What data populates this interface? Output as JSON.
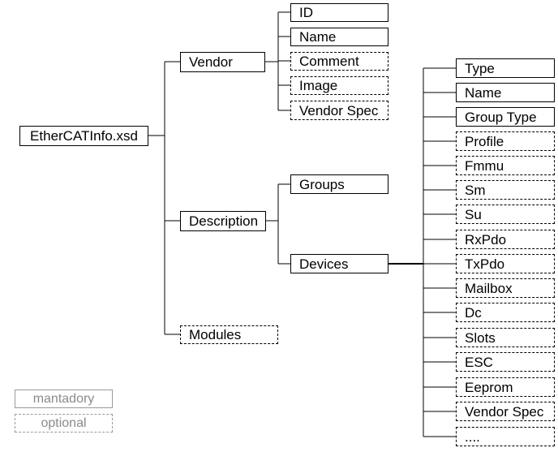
{
  "root": {
    "label": "EtherCATInfo.xsd"
  },
  "level1": [
    {
      "id": "vendor",
      "label": "Vendor",
      "style": "solid"
    },
    {
      "id": "description",
      "label": "Description",
      "style": "solid"
    },
    {
      "id": "modules",
      "label": "Modules",
      "style": "dashed"
    }
  ],
  "vendor_children": [
    {
      "label": "ID",
      "style": "solid"
    },
    {
      "label": "Name",
      "style": "solid"
    },
    {
      "label": "Comment",
      "style": "dashed"
    },
    {
      "label": "Image",
      "style": "dashed"
    },
    {
      "label": "Vendor Spec",
      "style": "dashed"
    }
  ],
  "description_children": [
    {
      "label": "Groups",
      "style": "solid"
    },
    {
      "label": "Devices",
      "style": "solid"
    }
  ],
  "device_children": [
    {
      "label": "Type",
      "style": "solid"
    },
    {
      "label": "Name",
      "style": "solid"
    },
    {
      "label": "Group Type",
      "style": "solid"
    },
    {
      "label": "Profile",
      "style": "dashed"
    },
    {
      "label": "Fmmu",
      "style": "dashed"
    },
    {
      "label": "Sm",
      "style": "dashed"
    },
    {
      "label": "Su",
      "style": "dashed"
    },
    {
      "label": "RxPdo",
      "style": "dashed"
    },
    {
      "label": "TxPdo",
      "style": "dashed"
    },
    {
      "label": "Mailbox",
      "style": "dashed"
    },
    {
      "label": "Dc",
      "style": "dashed"
    },
    {
      "label": "Slots",
      "style": "dashed"
    },
    {
      "label": "ESC",
      "style": "dashed"
    },
    {
      "label": "Eeprom",
      "style": "dashed"
    },
    {
      "label": "Vendor Spec",
      "style": "dashed"
    },
    {
      "label": "....",
      "style": "dashed"
    }
  ],
  "legend": {
    "mandatory": "mantadory",
    "optional": "optional"
  }
}
